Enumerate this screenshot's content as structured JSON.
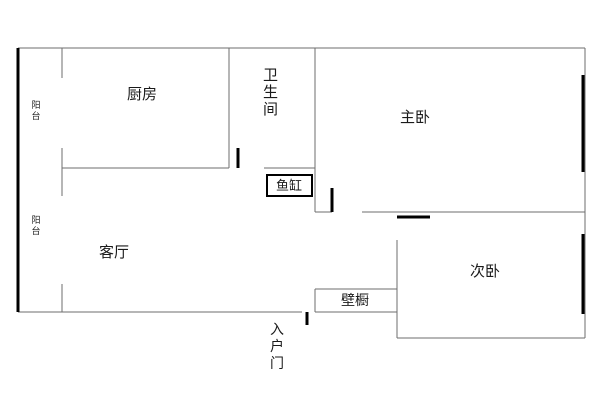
{
  "diagram": {
    "rooms": {
      "kitchen": "厨房",
      "bathroom_top": "卫",
      "bathroom_mid": "生",
      "bathroom_bottom": "间",
      "master_bedroom": "主卧",
      "fish_tank": "鱼缸",
      "living_room": "客厅",
      "second_bedroom": "次卧",
      "closet": "壁橱"
    },
    "balcony": {
      "upper_top": "阳",
      "upper_bottom": "台",
      "lower_top": "阳",
      "lower_bottom": "台"
    },
    "entrance": {
      "top": "入",
      "mid": "户",
      "bottom": "门"
    },
    "colors": {
      "wall": "#6e6e6e",
      "thick_wall": "#000000",
      "text": "#1a1a1a"
    }
  }
}
